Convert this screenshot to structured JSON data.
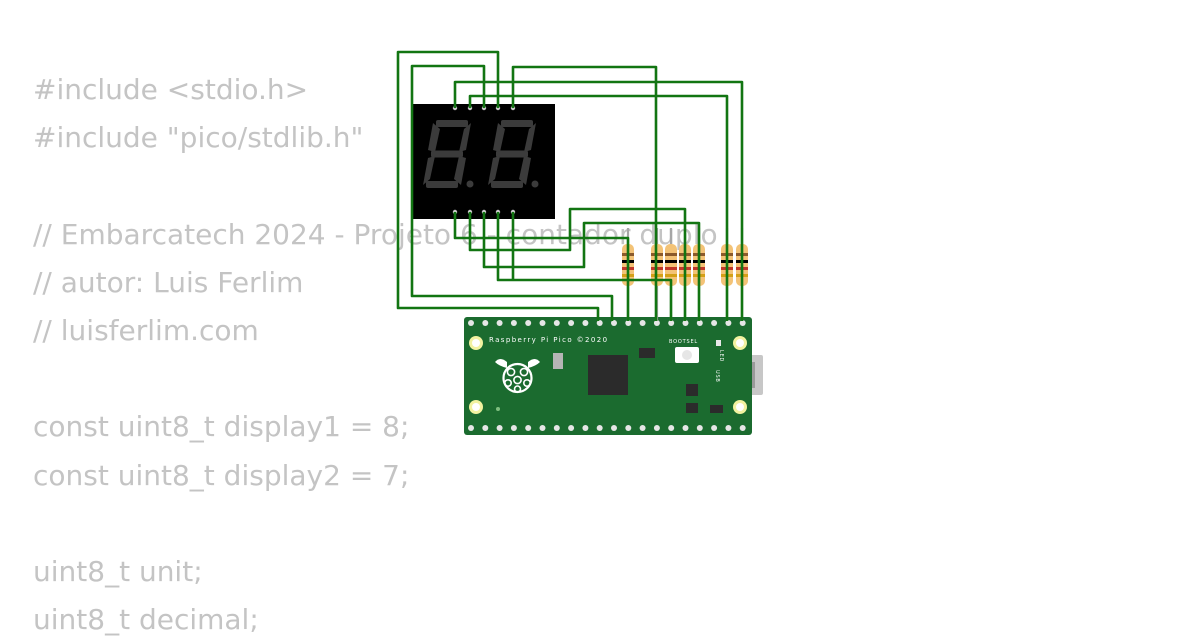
{
  "code": {
    "lines": [
      "#include <stdio.h>",
      "#include \"pico/stdlib.h\"",
      "",
      "// Embarcatech 2024 - Projeto 6 - contador duplo",
      "// autor: Luis Ferlim",
      "// luisferlim.com",
      "",
      "const uint8_t display1 = 8;",
      "const uint8_t display2 = 7;",
      "",
      "uint8_t unit;",
      "uint8_t decimal;"
    ]
  },
  "board": {
    "name": "Raspberry Pi Pico ©2020",
    "bootsel_label": "BOOTSEL",
    "led_label": "LED",
    "usb_label": "USB"
  },
  "colors": {
    "code_text": "#c4c4c4",
    "wire": "#127512",
    "pcb": "#1b6b2f",
    "display_body": "#000000",
    "segment_off": "#3b3b3b",
    "resistor_body": "#f3c377"
  },
  "resistor_bands": [
    "#8b5a2b",
    "#000000",
    "#c0392b",
    "#d4a017"
  ],
  "icons": {
    "board_logo": "raspberry-logo-icon"
  }
}
